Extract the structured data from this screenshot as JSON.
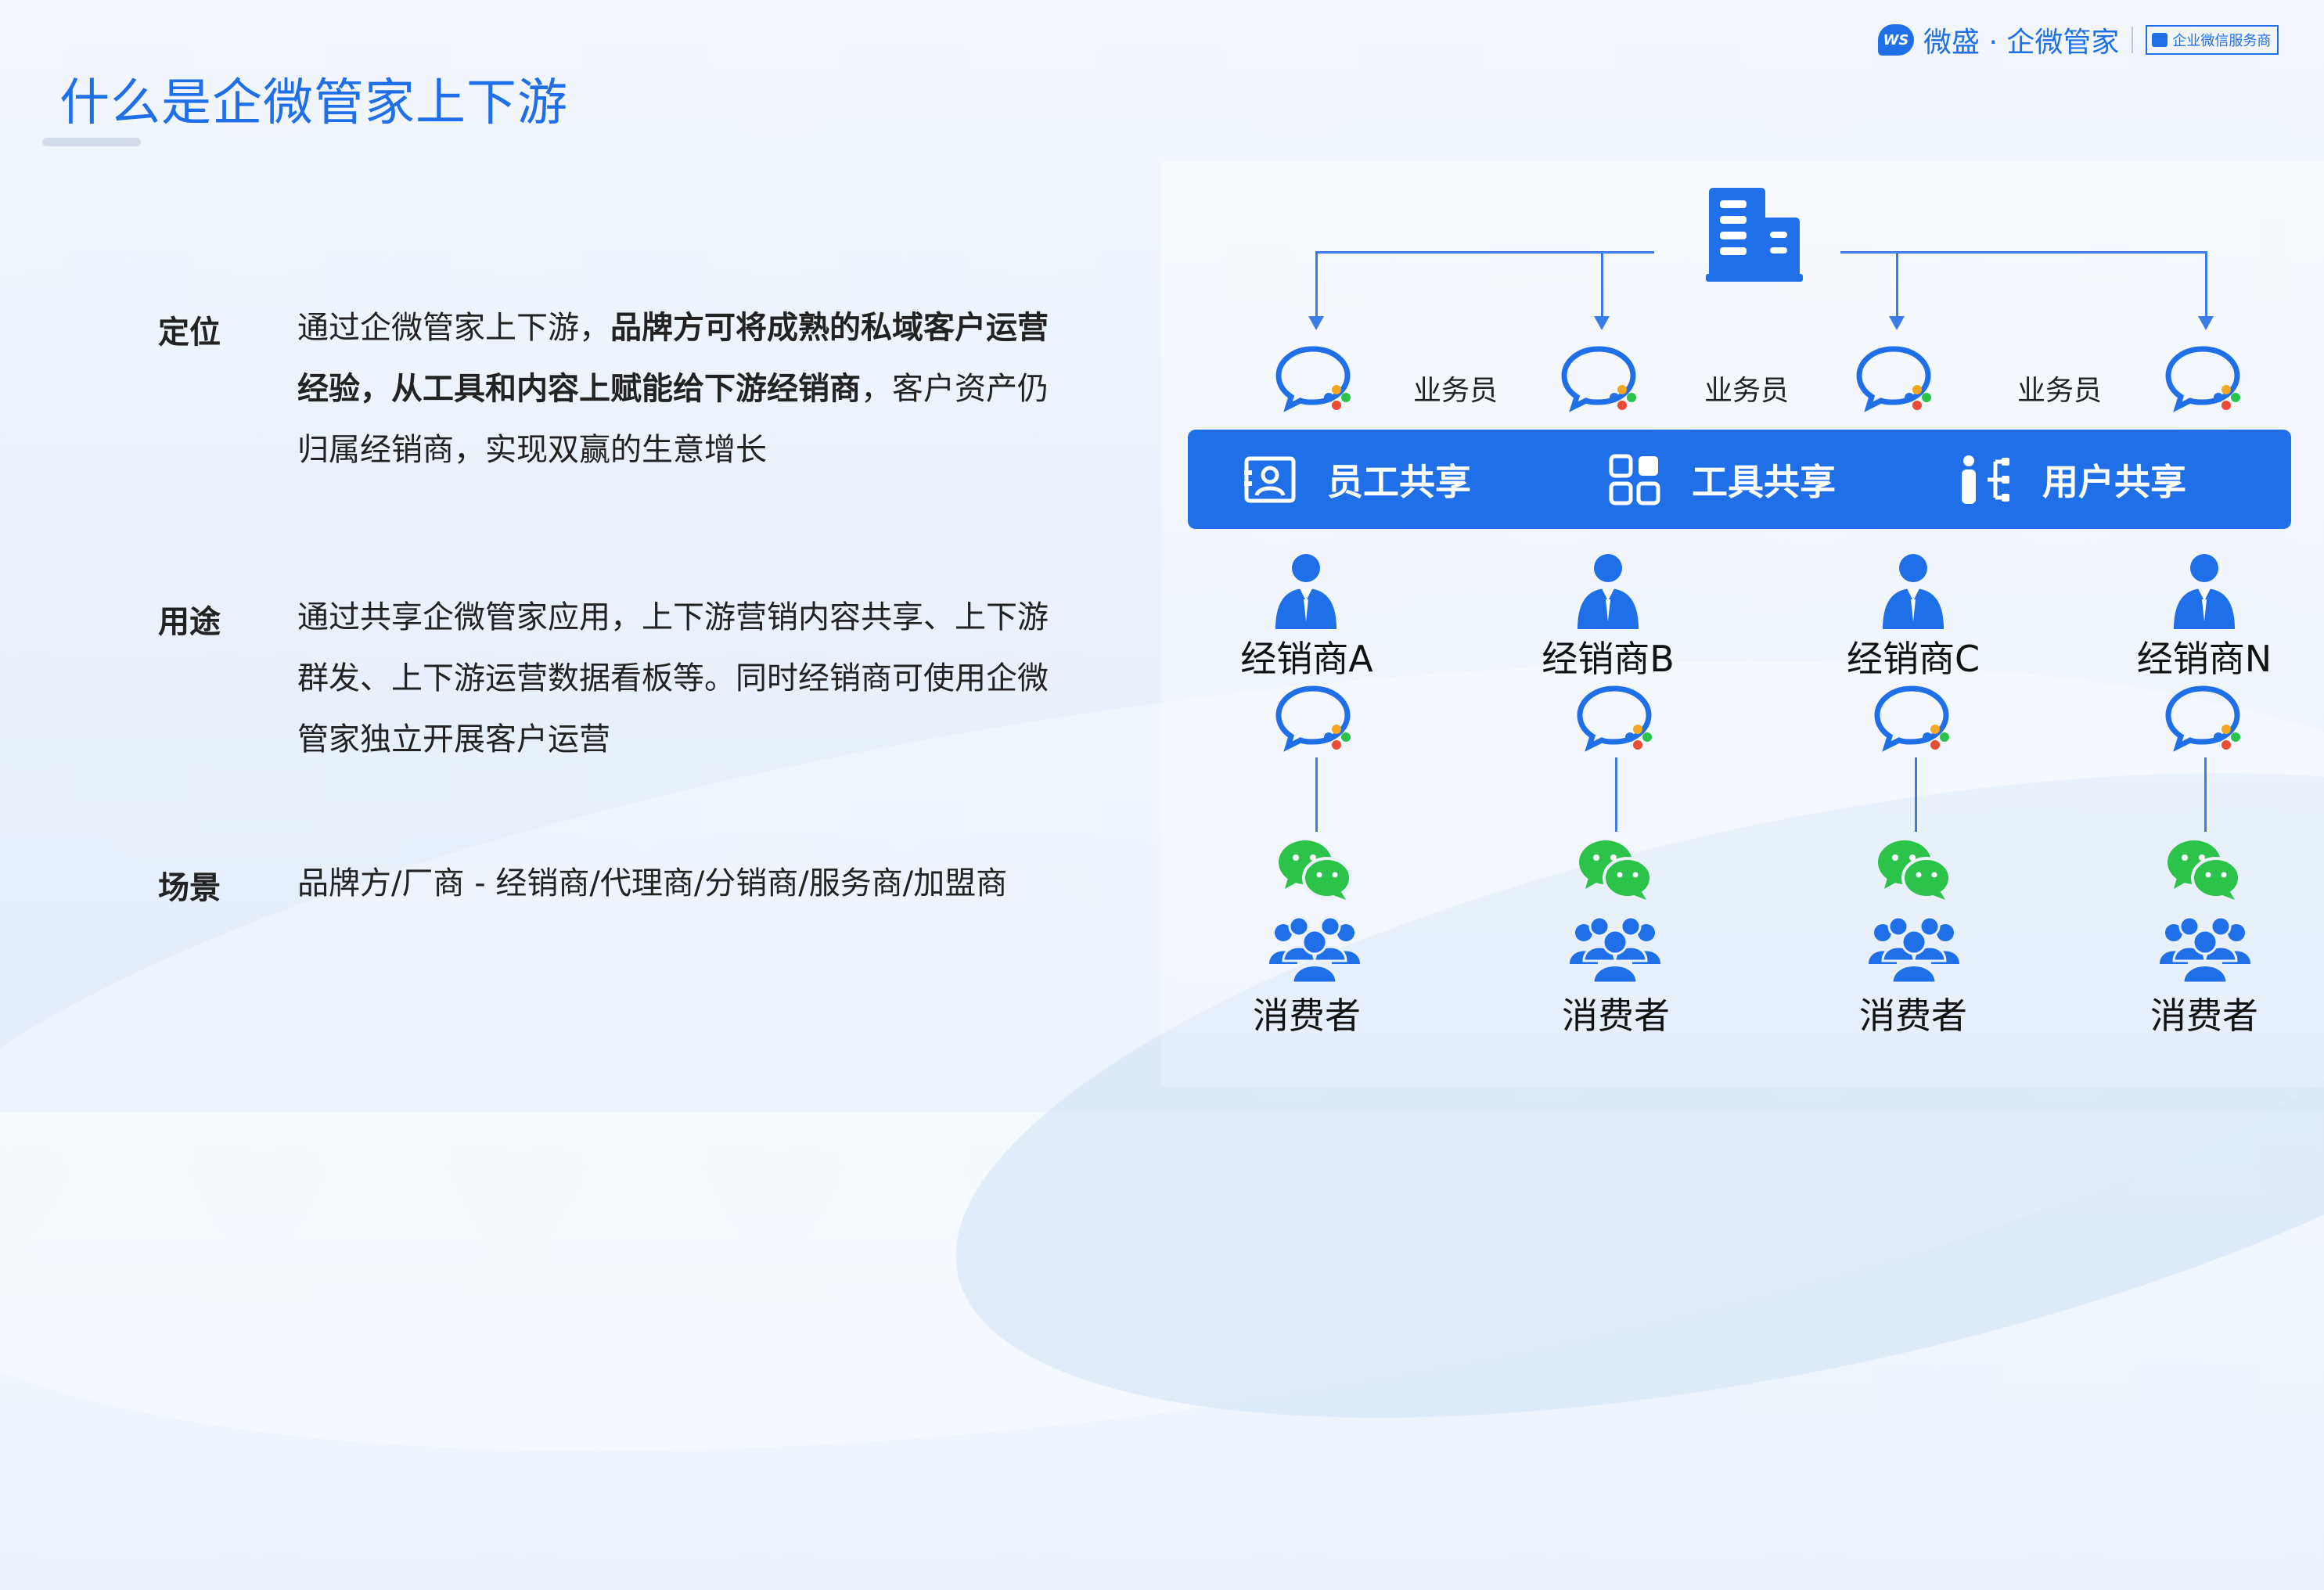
{
  "header": {
    "title": "什么是企微管家上下游",
    "brand_logo_text": "WS",
    "brand_name": "微盛 · 企微管家",
    "brand_badge": "企业微信服务商"
  },
  "rows": [
    {
      "label": "定位",
      "segments": [
        {
          "text": "通过企微管家上下游，",
          "bold": false
        },
        {
          "text": "品牌方可将成熟的私域客户运营经验，从工具和内容上赋能给下游经销商",
          "bold": true
        },
        {
          "text": "，客户资产仍归属经销商，实现双赢的生意增长",
          "bold": false
        }
      ]
    },
    {
      "label": "用途",
      "segments": [
        {
          "text": "通过共享企微管家应用，上下游营销内容共享、上下游群发、上下游运营数据看板等。同时经销商可使用企微管家独立开展客户运营",
          "bold": false
        }
      ]
    },
    {
      "label": "场景",
      "segments": [
        {
          "text": "品牌方/厂商 - 经销商/代理商/分销商/服务商/加盟商",
          "bold": false
        }
      ]
    }
  ],
  "diagram": {
    "sales_label": "业务员",
    "band": [
      "员工共享",
      "工具共享",
      "用户共享"
    ],
    "dealers": [
      "经销商A",
      "经销商B",
      "经销商C",
      "经销商N"
    ],
    "consumer_label": "消费者",
    "colors": {
      "primary": "#1f6fe8",
      "wechat_green": "#2bc34a",
      "line": "#3a7ce8"
    }
  }
}
